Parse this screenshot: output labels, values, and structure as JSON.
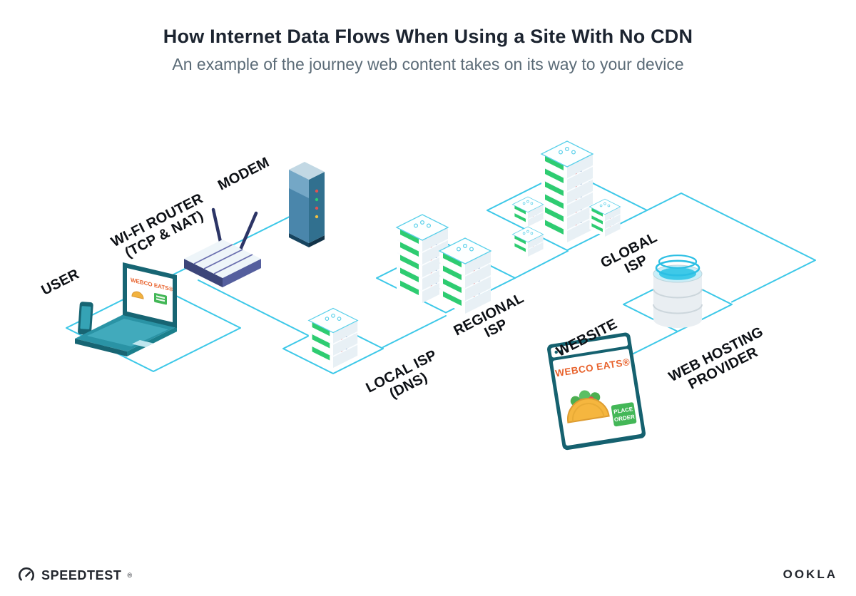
{
  "header": {
    "title": "How Internet Data Flows When Using a Site With No CDN",
    "subtitle": "An example of the journey web content takes on its way to your device"
  },
  "labels": {
    "user": "USER",
    "router_line1": "WI-FI ROUTER",
    "router_line2": "(TCP & NAT)",
    "modem": "MODEM",
    "local_isp_line1": "LOCAL ISP",
    "local_isp_line2": "(DNS)",
    "regional_isp_line1": "REGIONAL",
    "regional_isp_line2": "ISP",
    "global_isp_line1": "GLOBAL",
    "global_isp_line2": "ISP",
    "website": "WEBSITE",
    "web_hosting_line1": "WEB HOSTING",
    "web_hosting_line2": "PROVIDER"
  },
  "screens": {
    "laptop_brand": "WEBCO EATS®",
    "website_brand": "WEBCO EATS®",
    "order_button_line1": "PLACE",
    "order_button_line2": "ORDER"
  },
  "footer": {
    "speedtest": "SPEEDTEST",
    "trademark": "®",
    "ookla": "OOKLA"
  },
  "colors": {
    "connection_line": "#3CC8E8",
    "server_green": "#2ECC71",
    "teal_dark": "#15616F",
    "orange_brand": "#E8622C"
  }
}
